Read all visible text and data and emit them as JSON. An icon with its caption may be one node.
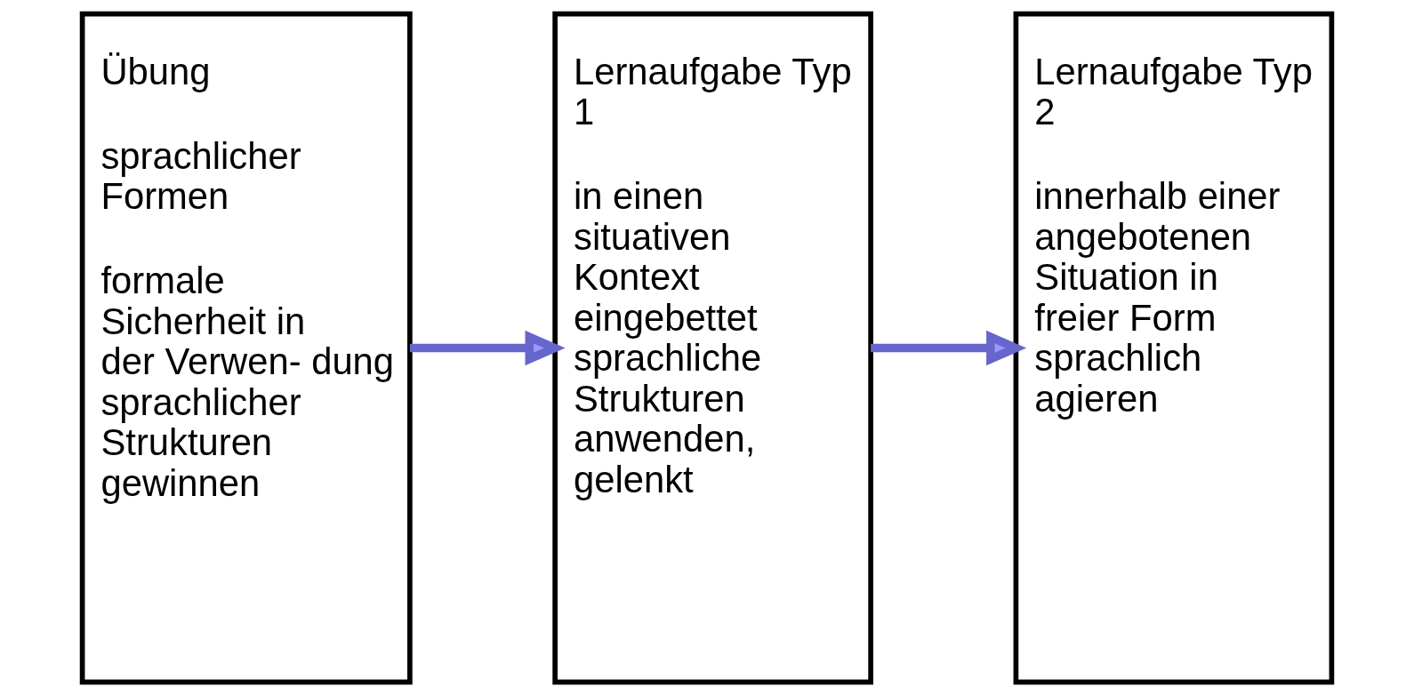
{
  "diagram": {
    "nodes": [
      {
        "text": [
          "Übung",
          "sprachlicher Formen",
          "formale Sicherheit in der Verwen- dung sprachlicher Strukturen gewinnen"
        ]
      },
      {
        "text": [
          "Lernaufgabe Typ 1",
          "in einen situativen Kontext eingebettet sprachliche Strukturen anwenden, gelenkt"
        ]
      },
      {
        "text": [
          "Lernaufgabe Typ 2",
          "innerhalb einer angebotenen Situation in freier Form sprachlich agieren"
        ]
      }
    ],
    "edges": [
      {
        "from": 0,
        "to": 1,
        "arrow": "to"
      },
      {
        "from": 1,
        "to": 2,
        "arrow": "to"
      }
    ]
  }
}
